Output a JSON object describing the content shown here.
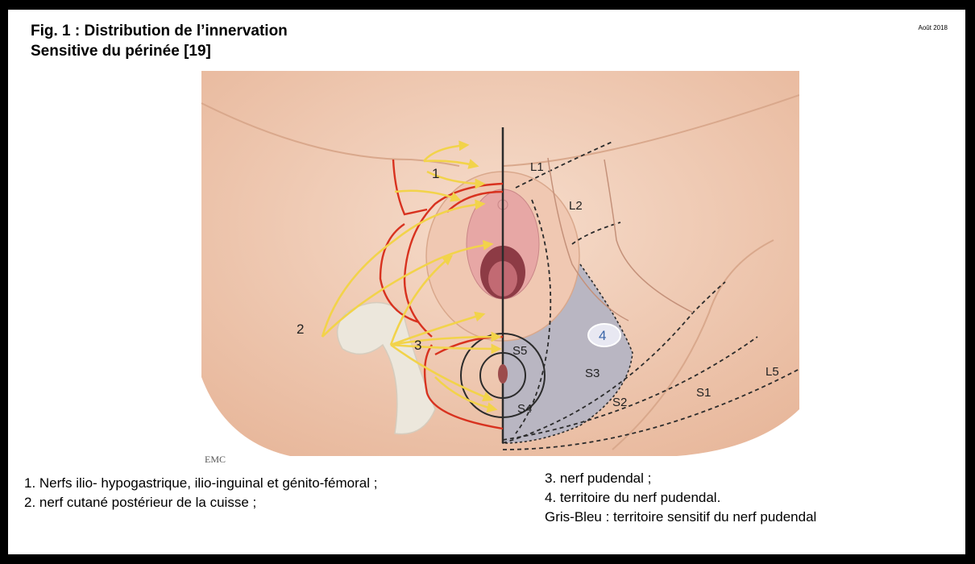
{
  "header": {
    "title_line1": "Fig. 1 : Distribution de l’innervation",
    "title_line2": "Sensitive du périnée [19]",
    "date": "Août 2018"
  },
  "figure": {
    "labels": {
      "n1": "1",
      "n2": "2",
      "n3": "3",
      "n4": "4",
      "L1": "L1",
      "L2": "L2",
      "L5": "L5",
      "S1": "S1",
      "S2": "S2",
      "S3": "S3",
      "S4": "S4",
      "S5": "S5"
    },
    "watermark": "EMC",
    "colors": {
      "skin": "#f3d2bc",
      "nerve_line": "#d8321f",
      "arrow": "#f2d34a",
      "pudendal_territory": "#b9b6c2",
      "dermatome_line": "#2b2b2b"
    }
  },
  "legend": {
    "left": [
      "1. Nerfs ilio- hypogastrique, ilio-inguinal et génito-fémoral ;",
      "2. nerf cutané postérieur de la cuisse ;"
    ],
    "right": [
      "3. nerf pudendal ;",
      "4. territoire du nerf pudendal.",
      "Gris-Bleu : territoire sensitif du nerf pudendal"
    ]
  }
}
